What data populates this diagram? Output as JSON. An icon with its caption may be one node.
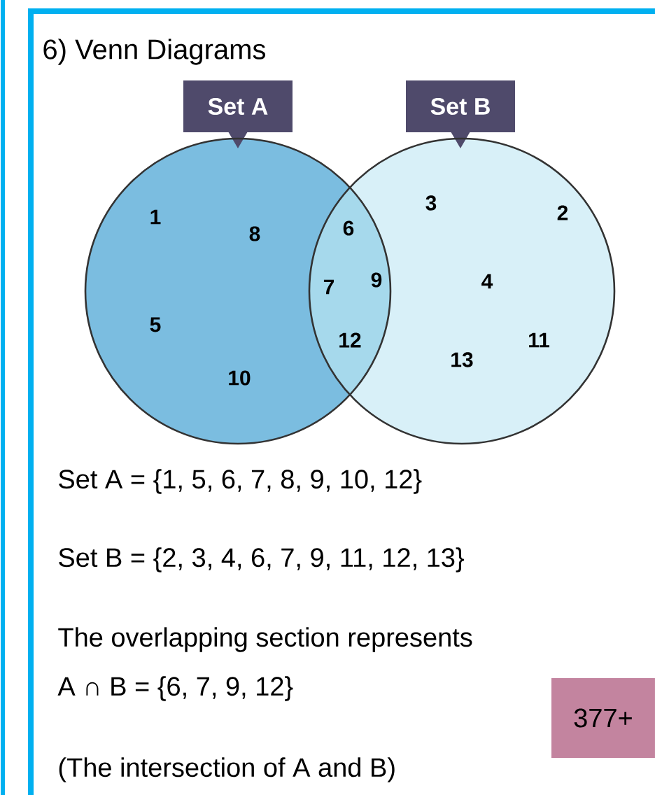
{
  "diagram": {
    "title": "6) Venn Diagrams",
    "nodes": [
      {
        "text": [
          "Set A"
        ]
      },
      {
        "text": [
          "Set B"
        ]
      },
      {
        "text": [],
        "shape": "circle"
      },
      {
        "text": [],
        "shape": "circle"
      },
      {
        "text": [
          "377+"
        ]
      }
    ],
    "edges": [],
    "labels": [
      "1",
      "8",
      "6",
      "3",
      "2",
      "7",
      "9",
      "4",
      "5",
      "12",
      "11",
      "13",
      "10",
      "Set A = {1, 5, 6, 7, 8, 9, 10, 12}",
      "Set B = {2, 3, 4, 6, 7, 9, 11, 12, 13}",
      "The overlapping section represents",
      "A ∩ B = {6, 7, 9, 12}",
      "(The intersection of A and B)"
    ]
  }
}
